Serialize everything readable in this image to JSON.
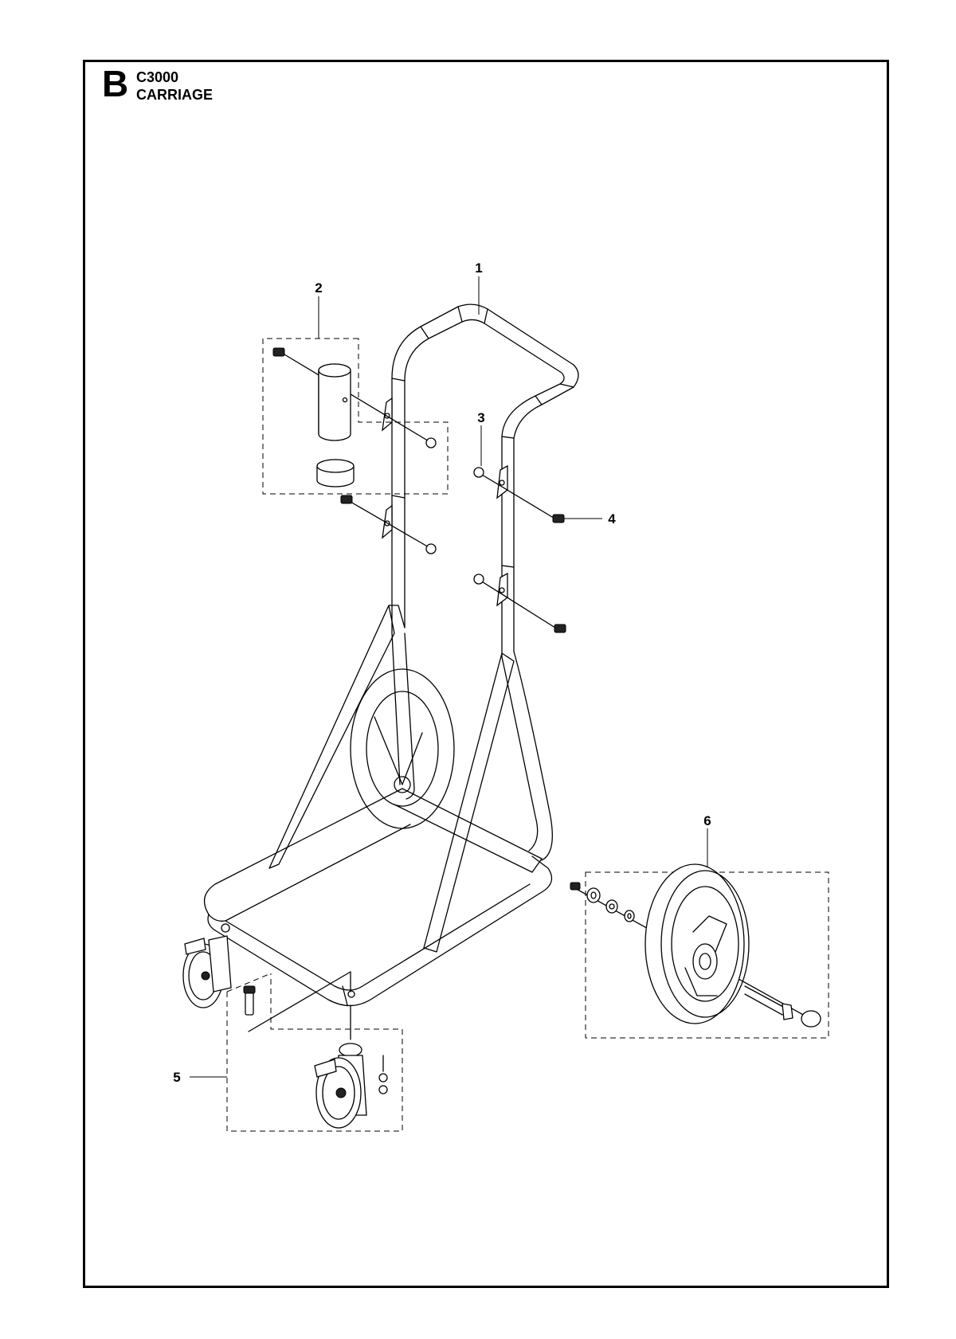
{
  "header": {
    "section_letter": "B",
    "model": "C3000",
    "assembly": "CARRIAGE"
  },
  "callouts": [
    {
      "id": "1",
      "label": "1"
    },
    {
      "id": "2",
      "label": "2"
    },
    {
      "id": "3",
      "label": "3"
    },
    {
      "id": "4",
      "label": "4"
    },
    {
      "id": "5",
      "label": "5"
    },
    {
      "id": "6",
      "label": "6"
    }
  ]
}
